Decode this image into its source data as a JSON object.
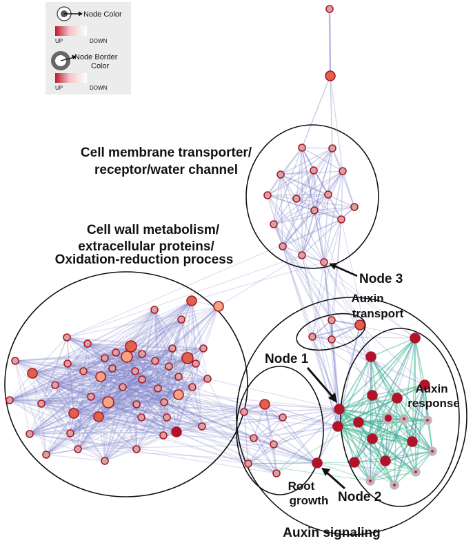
{
  "legend": {
    "node_color_label": "Node Color",
    "node_border_color_label_line1": "Node Border",
    "node_border_color_label_line2": "Color",
    "up_label": "UP",
    "down_label": "DOWN",
    "up_color": "#c0182c",
    "down_color": "#ffffff",
    "panel_color": "#ececec"
  },
  "clusters": {
    "cell_membrane_line1": "Cell membrane transporter/",
    "cell_membrane_line2": "receptor/water channel",
    "cell_wall_line1": "Cell wall metabolism/",
    "cell_wall_line2": "extracellular proteins/",
    "cell_wall_line3": "Oxidation-reduction process",
    "auxin_transport_line1": "Auxin",
    "auxin_transport_line2": "transport",
    "auxin_response_line1": "Auxin",
    "auxin_response_line2": "response",
    "root_growth_line1": "Root",
    "root_growth_line2": "growth",
    "auxin_signaling": "Auxin signaling"
  },
  "annotations": {
    "node1": "Node 1",
    "node2": "Node 2",
    "node3": "Node 3"
  },
  "colors": {
    "edge_purple": "#7b7fc8",
    "edge_green": "#2fae8a",
    "node_red": "#b5122a",
    "node_orange": "#e0614a",
    "node_light": "#f4a47e",
    "node_pale": "#d9a2a2",
    "border_red": "#a8182a",
    "border_grey": "#b9b9b9"
  }
}
